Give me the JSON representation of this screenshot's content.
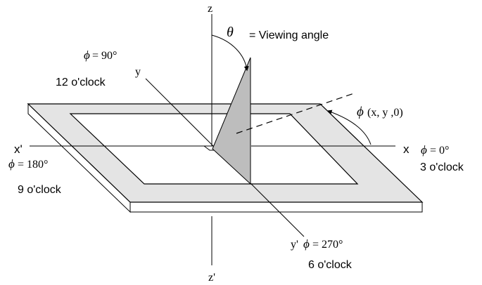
{
  "axes": {
    "z": "z",
    "z_neg": "z'",
    "x": "x",
    "x_neg": "x'",
    "y": "y",
    "y_neg": "y'"
  },
  "theta": {
    "symbol": "θ",
    "label": "= Viewing angle"
  },
  "phi_point": {
    "phi": "ϕ",
    "coords": "(x, y ,0)"
  },
  "directions": {
    "top": {
      "phi": "ϕ",
      "eq": "= 90°",
      "clock": "12 o'clock"
    },
    "right": {
      "phi": "ϕ",
      "eq": "= 0°",
      "clock": "3 o'clock"
    },
    "left": {
      "phi": "ϕ",
      "eq": "= 180°",
      "clock": "9 o'clock"
    },
    "bottom": {
      "phi": "ϕ",
      "eq": "= 270°",
      "clock": "6 o'clock"
    }
  },
  "colors": {
    "line": "#000000",
    "frame_fill": "#e4e4e4",
    "panel_fill": "#bdbdbd",
    "background": "#ffffff"
  }
}
